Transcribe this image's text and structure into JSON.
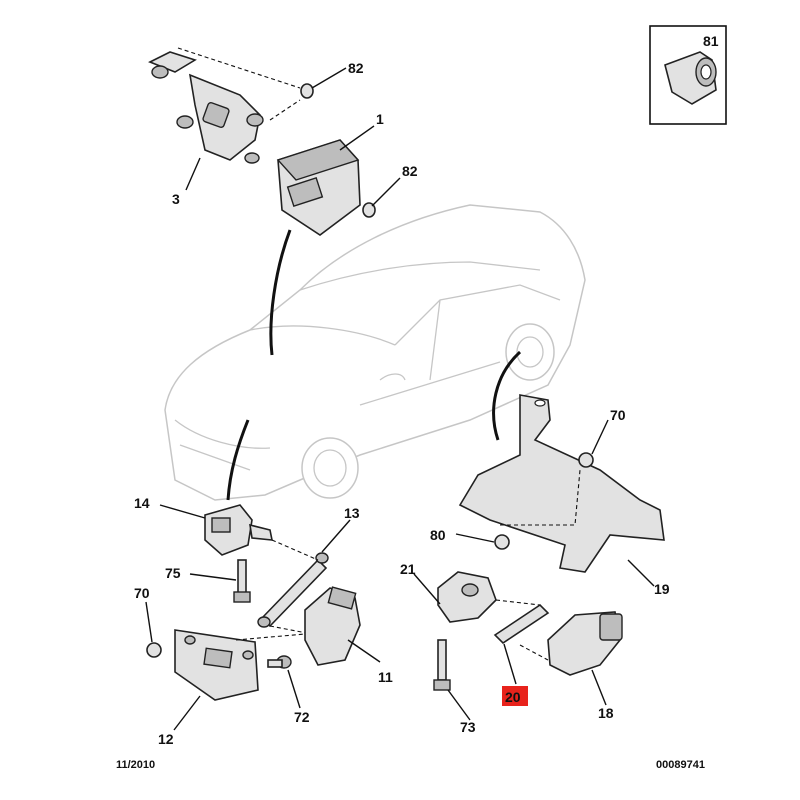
{
  "callouts": {
    "c1": "1",
    "c3": "3",
    "c82a": "82",
    "c82b": "82",
    "c81": "81",
    "c14": "14",
    "c13": "13",
    "c75": "75",
    "c70a": "70",
    "c11": "11",
    "c12": "12",
    "c72": "72",
    "c70b": "70",
    "c80": "80",
    "c19": "19",
    "c21": "21",
    "c20": "20",
    "c73": "73",
    "c18": "18"
  },
  "highlight": {
    "callout": "20",
    "color": "#e8231c"
  },
  "footer": {
    "date": "11/2010",
    "reference": "00089741"
  }
}
